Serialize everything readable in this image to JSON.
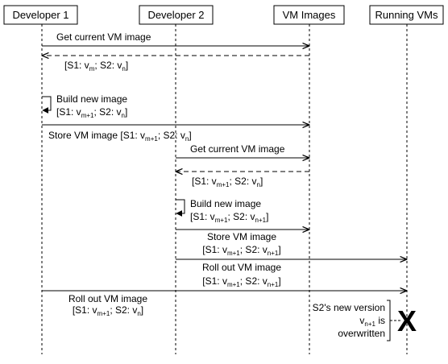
{
  "participants": [
    {
      "id": "dev1",
      "label": "Developer 1"
    },
    {
      "id": "dev2",
      "label": "Developer 2"
    },
    {
      "id": "vm_images",
      "label": "VM Images"
    },
    {
      "id": "running_vms",
      "label": "Running VMs"
    }
  ],
  "messages": [
    {
      "id": "m1",
      "from": "dev1",
      "to": "vm_images",
      "style": "solid",
      "label_lines": [
        [
          {
            "t": "Get current VM image"
          }
        ]
      ]
    },
    {
      "id": "m2",
      "from": "vm_images",
      "to": "dev1",
      "style": "dashed",
      "label_lines": [
        [
          {
            "t": "[S1: v"
          },
          {
            "t": "m",
            "sub": true
          },
          {
            "t": "; S2: v"
          },
          {
            "t": "n",
            "sub": true
          },
          {
            "t": "]"
          }
        ]
      ]
    },
    {
      "id": "m3",
      "from": "dev1",
      "to": "dev1",
      "style": "self",
      "label_lines": [
        [
          {
            "t": "Build new image"
          }
        ],
        [
          {
            "t": "[S1: v"
          },
          {
            "t": "m+1",
            "sub": true
          },
          {
            "t": "; S2: v"
          },
          {
            "t": "n",
            "sub": true
          },
          {
            "t": "]"
          }
        ]
      ]
    },
    {
      "id": "m4",
      "from": "dev1",
      "to": "vm_images",
      "style": "solid",
      "label_lines": [
        [
          {
            "t": "Store VM image [S1: v"
          },
          {
            "t": "m+1",
            "sub": true
          },
          {
            "t": "; S2: v"
          },
          {
            "t": "n",
            "sub": true
          },
          {
            "t": "]"
          }
        ]
      ]
    },
    {
      "id": "m5",
      "from": "dev2",
      "to": "vm_images",
      "style": "solid",
      "label_lines": [
        [
          {
            "t": "Get current VM image"
          }
        ]
      ]
    },
    {
      "id": "m6",
      "from": "vm_images",
      "to": "dev2",
      "style": "dashed",
      "label_lines": [
        [
          {
            "t": "[S1: v"
          },
          {
            "t": "m+1",
            "sub": true
          },
          {
            "t": "; S2: v"
          },
          {
            "t": "n",
            "sub": true
          },
          {
            "t": "]"
          }
        ]
      ]
    },
    {
      "id": "m7",
      "from": "dev2",
      "to": "dev2",
      "style": "self",
      "label_lines": [
        [
          {
            "t": "Build new image"
          }
        ],
        [
          {
            "t": "[S1: v"
          },
          {
            "t": "m+1",
            "sub": true
          },
          {
            "t": "; S2: v"
          },
          {
            "t": "n+1",
            "sub": true
          },
          {
            "t": "]"
          }
        ]
      ]
    },
    {
      "id": "m8",
      "from": "dev2",
      "to": "vm_images",
      "style": "solid",
      "label_lines": [
        [
          {
            "t": "Store VM image"
          }
        ],
        [
          {
            "t": "[S1: v"
          },
          {
            "t": "m+1",
            "sub": true
          },
          {
            "t": "; S2: v"
          },
          {
            "t": "n+1",
            "sub": true
          },
          {
            "t": "]"
          }
        ]
      ]
    },
    {
      "id": "m9",
      "from": "dev2",
      "to": "running_vms",
      "style": "solid",
      "label_lines": [
        [
          {
            "t": "Roll out VM image"
          }
        ],
        [
          {
            "t": "[S1: v"
          },
          {
            "t": "m+1",
            "sub": true
          },
          {
            "t": "; S2: v"
          },
          {
            "t": "n+1",
            "sub": true
          },
          {
            "t": "]"
          }
        ]
      ]
    },
    {
      "id": "m10",
      "from": "dev1",
      "to": "running_vms",
      "style": "solid",
      "label_lines": [
        [
          {
            "t": "Roll out VM image"
          }
        ],
        [
          {
            "t": "[S1: v"
          },
          {
            "t": "m+1",
            "sub": true
          },
          {
            "t": "; S2: v"
          },
          {
            "t": "n",
            "sub": true
          },
          {
            "t": "]"
          }
        ]
      ]
    }
  ],
  "note": {
    "attached_to": "running_vms",
    "lines": [
      [
        {
          "t": "S2's new version"
        }
      ],
      [
        {
          "t": "v"
        },
        {
          "t": "n+1",
          "sub": true
        },
        {
          "t": " is"
        }
      ],
      [
        {
          "t": "overwritten"
        }
      ]
    ],
    "marker": "X"
  }
}
